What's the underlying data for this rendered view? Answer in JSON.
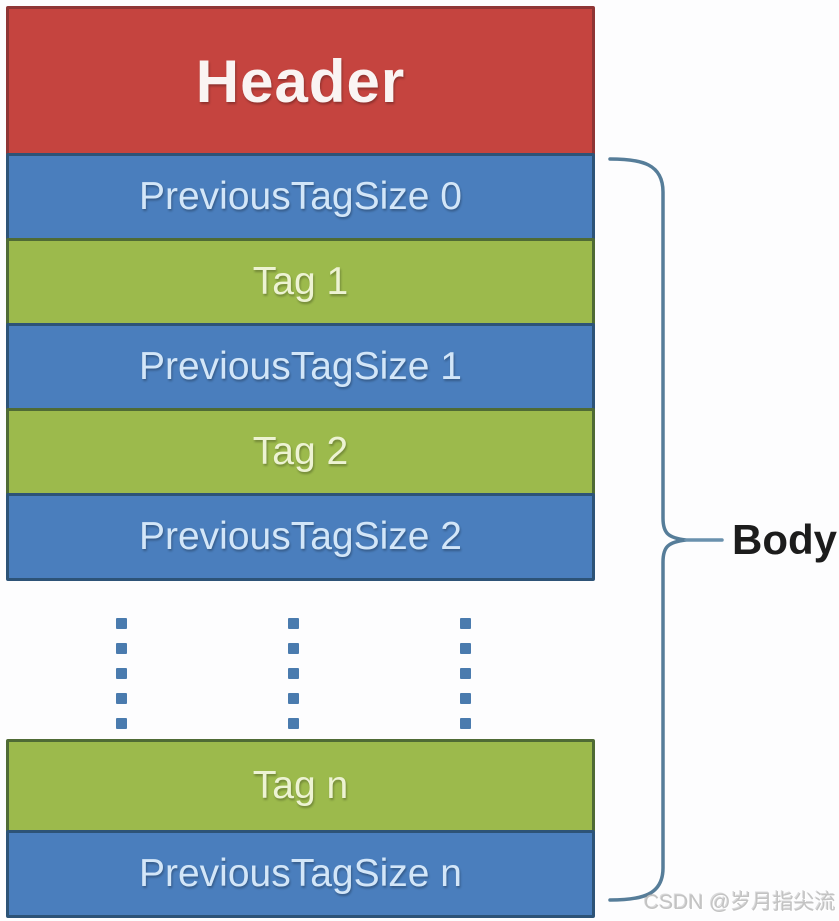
{
  "diagram": {
    "blocks": [
      {
        "type": "header",
        "label": "Header"
      },
      {
        "type": "previous-tag-size",
        "label": "PreviousTagSize 0"
      },
      {
        "type": "tag",
        "label": "Tag 1"
      },
      {
        "type": "previous-tag-size",
        "label": "PreviousTagSize 1"
      },
      {
        "type": "tag",
        "label": "Tag 2"
      },
      {
        "type": "previous-tag-size",
        "label": "PreviousTagSize 2"
      },
      {
        "type": "tag",
        "label": "Tag n"
      },
      {
        "type": "previous-tag-size",
        "label": "PreviousTagSize n"
      }
    ],
    "annotation": {
      "body_label": "Body"
    },
    "watermark": {
      "text": "CSDN @岁月指尖流"
    },
    "colors": {
      "header_red": "#c5443f",
      "previous_tag_size_blue": "#4a7ebd",
      "tag_green": "#9cba4c",
      "dot_blue": "#4a7bae",
      "brace_blue": "#567d99"
    }
  }
}
